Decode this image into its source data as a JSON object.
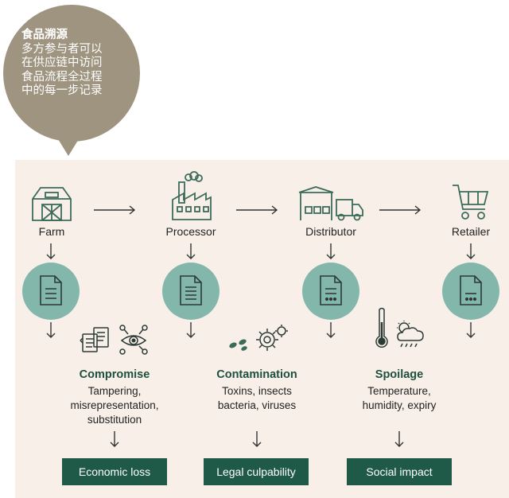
{
  "callout": {
    "title": "食品溯源",
    "lines": [
      "多方参与者可以",
      "在供应链中访问",
      "食品流程全过程",
      "中的每一步记录"
    ]
  },
  "stages": [
    {
      "label": "Farm",
      "icon": "barn-icon"
    },
    {
      "label": "Processor",
      "icon": "factory-icon"
    },
    {
      "label": "Distributor",
      "icon": "warehouse-truck-icon"
    },
    {
      "label": "Retailer",
      "icon": "shopping-cart-icon"
    }
  ],
  "risks": [
    {
      "title": "Compromise",
      "desc": [
        "Tampering,",
        "misrepresentation,",
        "substitution"
      ],
      "impact": "Economic loss"
    },
    {
      "title": "Contamination",
      "desc": [
        "Toxins, insects",
        "bacteria, viruses"
      ],
      "impact": "Legal culpability"
    },
    {
      "title": "Spoilage",
      "desc": [
        "Temperature,",
        "humidity, expiry"
      ],
      "impact": "Social impact"
    }
  ],
  "colors": {
    "panel_bg": "#f8f0e8",
    "callout_bg": "#9e9480",
    "circle": "#84b7ac",
    "accent_dark": "#1f5a49",
    "title_green": "#1e4f3f"
  }
}
